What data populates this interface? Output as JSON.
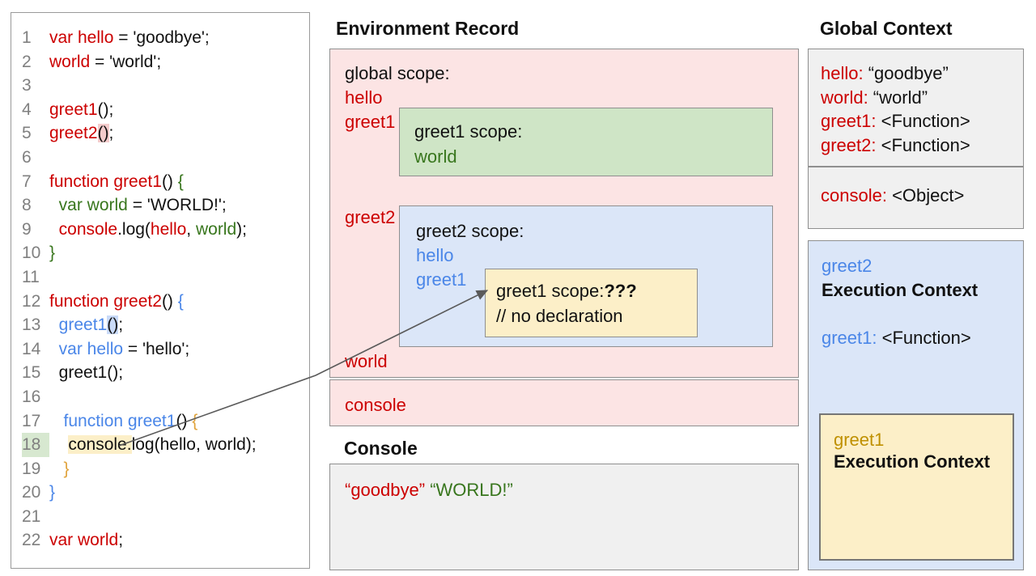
{
  "colors": {
    "code_red": "#cc0000",
    "code_green": "#38761d",
    "code_blue": "#4a86e8",
    "code_gold_brace": "#e0a33b",
    "exec_gold": "#bf9000",
    "line_number_gray": "#808080",
    "pink_fill": "#fce4e4",
    "green_fill": "#cfe5c6",
    "blue_fill": "#dbe6f8",
    "yellow_fill": "#fcefc8",
    "gray_fill": "#f0f0f0",
    "border_gray": "#8f8f8f",
    "highlight_pink": "#f4cccc",
    "highlight_blue": "#c9daf8",
    "highlight_yellow": "#fcefc8",
    "highlight_green": "#d7e8d0",
    "arrow_gray": "#5a5a5a"
  },
  "code_panel": {
    "lines": [
      {
        "n": "1",
        "tokens": [
          {
            "t": "var hello",
            "c": "r"
          },
          {
            "t": " = 'goodbye';",
            "c": "k"
          }
        ]
      },
      {
        "n": "2",
        "tokens": [
          {
            "t": "world",
            "c": "r"
          },
          {
            "t": " = 'world';",
            "c": "k"
          }
        ]
      },
      {
        "n": "3",
        "tokens": []
      },
      {
        "n": "4",
        "tokens": [
          {
            "t": "greet1",
            "c": "r"
          },
          {
            "t": "();",
            "c": "k"
          }
        ]
      },
      {
        "n": "5",
        "tokens": [
          {
            "t": "greet2",
            "c": "r"
          },
          {
            "t": "()",
            "c": "k",
            "hl": "pink"
          },
          {
            "t": ";",
            "c": "k"
          }
        ]
      },
      {
        "n": "6",
        "tokens": []
      },
      {
        "n": "7",
        "tokens": [
          {
            "t": "function greet1",
            "c": "r"
          },
          {
            "t": "() ",
            "c": "k"
          },
          {
            "t": "{",
            "c": "g"
          }
        ]
      },
      {
        "n": "8",
        "tokens": [
          {
            "t": "  ",
            "c": "k"
          },
          {
            "t": "var world",
            "c": "g"
          },
          {
            "t": " = 'WORLD!';",
            "c": "k"
          }
        ]
      },
      {
        "n": "9",
        "tokens": [
          {
            "t": "  ",
            "c": "k"
          },
          {
            "t": "console",
            "c": "r"
          },
          {
            "t": ".log(",
            "c": "k"
          },
          {
            "t": "hello",
            "c": "r"
          },
          {
            "t": ", ",
            "c": "k"
          },
          {
            "t": "world",
            "c": "g"
          },
          {
            "t": ");",
            "c": "k"
          }
        ]
      },
      {
        "n": "10",
        "tokens": [
          {
            "t": "}",
            "c": "g"
          }
        ]
      },
      {
        "n": "11",
        "tokens": []
      },
      {
        "n": "12",
        "tokens": [
          {
            "t": "function greet2",
            "c": "r"
          },
          {
            "t": "() ",
            "c": "k"
          },
          {
            "t": "{",
            "c": "b"
          }
        ]
      },
      {
        "n": "13",
        "tokens": [
          {
            "t": "  ",
            "c": "k"
          },
          {
            "t": "greet1",
            "c": "b"
          },
          {
            "t": "()",
            "c": "k",
            "hl": "blue"
          },
          {
            "t": ";",
            "c": "k"
          }
        ]
      },
      {
        "n": "14",
        "tokens": [
          {
            "t": "  ",
            "c": "k"
          },
          {
            "t": "var hello",
            "c": "b"
          },
          {
            "t": " = 'hello';",
            "c": "k"
          }
        ]
      },
      {
        "n": "15",
        "tokens": [
          {
            "t": "  greet1();",
            "c": "k"
          }
        ]
      },
      {
        "n": "16",
        "tokens": []
      },
      {
        "n": "17",
        "tokens": [
          {
            "t": "   ",
            "c": "k"
          },
          {
            "t": "function greet1",
            "c": "b"
          },
          {
            "t": "() ",
            "c": "k"
          },
          {
            "t": "{",
            "c": "o"
          }
        ]
      },
      {
        "n": "18",
        "num_highlight": "green",
        "tokens": [
          {
            "t": "    ",
            "c": "k"
          },
          {
            "t": "console.",
            "c": "k",
            "hl": "yellow"
          },
          {
            "t": "log(hello, world);",
            "c": "k"
          }
        ]
      },
      {
        "n": "19",
        "tokens": [
          {
            "t": "   ",
            "c": "k"
          },
          {
            "t": "}",
            "c": "o"
          }
        ]
      },
      {
        "n": "20",
        "tokens": [
          {
            "t": "}",
            "c": "b"
          }
        ]
      },
      {
        "n": "21",
        "tokens": []
      },
      {
        "n": "22",
        "tokens": [
          {
            "t": "var world",
            "c": "r"
          },
          {
            "t": ";",
            "c": "k"
          }
        ]
      }
    ]
  },
  "environment_record": {
    "title": "Environment Record",
    "global_scope_label": "global scope:",
    "var_hello": "hello",
    "var_greet1": "greet1",
    "var_greet2": "greet2",
    "var_world": "world",
    "var_console": "console",
    "greet1_scope": {
      "label": "greet1 scope:",
      "var_world": "world"
    },
    "greet2_scope": {
      "label": "greet2 scope:",
      "var_hello": "hello",
      "var_greet1": "greet1"
    },
    "unknown_scope": {
      "label": "greet1 scope:",
      "question": "???",
      "comment": "// no declaration"
    }
  },
  "console_panel": {
    "title": "Console",
    "tokens": [
      {
        "t": "“goodbye”",
        "c": "r"
      },
      {
        "t": " ",
        "c": "k"
      },
      {
        "t": "“WORLD!”",
        "c": "g"
      }
    ]
  },
  "global_context": {
    "title": "Global Context",
    "entries": [
      {
        "key": "hello:",
        "value": " “goodbye”"
      },
      {
        "key": "world:",
        "value": " “world”"
      },
      {
        "key": "greet1:",
        "value": " <Function>"
      },
      {
        "key": "greet2:",
        "value": " <Function>"
      }
    ],
    "console_entry": {
      "key": "console:",
      "value": " <Object>"
    }
  },
  "greet2_execution_context": {
    "name": "greet2",
    "title": "Execution Context",
    "entry": {
      "key": "greet1:",
      "value": " <Function>"
    }
  },
  "greet1_execution_context": {
    "name": "greet1",
    "title": "Execution Context"
  }
}
